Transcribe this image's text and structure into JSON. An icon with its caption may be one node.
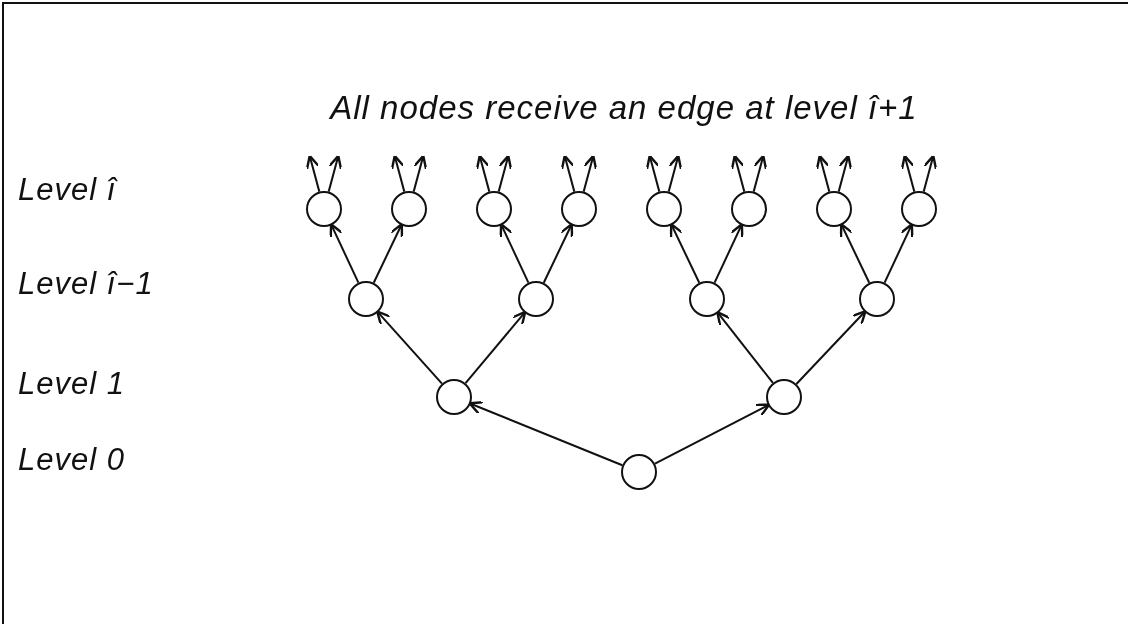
{
  "diagram": {
    "title": "All nodes receive an edge at level î+1",
    "nodes": [
      {
        "text": [],
        "shape": "circle"
      },
      {
        "text": [],
        "shape": "circle"
      },
      {
        "text": [],
        "shape": "circle"
      },
      {
        "text": [],
        "shape": "circle"
      },
      {
        "text": [],
        "shape": "circle"
      },
      {
        "text": [],
        "shape": "circle"
      },
      {
        "text": [],
        "shape": "circle"
      },
      {
        "text": [],
        "shape": "circle"
      },
      {
        "text": [],
        "shape": "circle"
      },
      {
        "text": [],
        "shape": "circle"
      },
      {
        "text": [],
        "shape": "circle"
      },
      {
        "text": [],
        "shape": "circle"
      },
      {
        "text": [],
        "shape": "circle"
      },
      {
        "text": [],
        "shape": "circle"
      },
      {
        "text": [],
        "shape": "circle"
      }
    ],
    "edges": [
      {
        "from": 14,
        "to": 12,
        "arrow": "to"
      },
      {
        "from": 14,
        "to": 13,
        "arrow": "to"
      },
      {
        "from": 12,
        "to": 8,
        "arrow": "to"
      },
      {
        "from": 12,
        "to": 9,
        "arrow": "to"
      },
      {
        "from": 13,
        "to": 10,
        "arrow": "to"
      },
      {
        "from": 13,
        "to": 11,
        "arrow": "to"
      },
      {
        "from": 8,
        "to": 0,
        "arrow": "to"
      },
      {
        "from": 8,
        "to": 1,
        "arrow": "to"
      },
      {
        "from": 9,
        "to": 2,
        "arrow": "to"
      },
      {
        "from": 9,
        "to": 3,
        "arrow": "to"
      },
      {
        "from": 10,
        "to": 4,
        "arrow": "to"
      },
      {
        "from": 10,
        "to": 5,
        "arrow": "to"
      },
      {
        "from": 11,
        "to": 6,
        "arrow": "to"
      },
      {
        "from": 11,
        "to": 7,
        "arrow": "to"
      },
      {
        "from": 0,
        "to": null,
        "arrow": "to"
      },
      {
        "from": 0,
        "to": null,
        "arrow": "to"
      },
      {
        "from": 1,
        "to": null,
        "arrow": "to"
      },
      {
        "from": 1,
        "to": null,
        "arrow": "to"
      },
      {
        "from": 2,
        "to": null,
        "arrow": "to"
      },
      {
        "from": 2,
        "to": null,
        "arrow": "to"
      },
      {
        "from": 3,
        "to": null,
        "arrow": "to"
      },
      {
        "from": 3,
        "to": null,
        "arrow": "to"
      },
      {
        "from": 4,
        "to": null,
        "arrow": "to"
      },
      {
        "from": 4,
        "to": null,
        "arrow": "to"
      },
      {
        "from": 5,
        "to": null,
        "arrow": "to"
      },
      {
        "from": 5,
        "to": null,
        "arrow": "to"
      },
      {
        "from": 6,
        "to": null,
        "arrow": "to"
      },
      {
        "from": 6,
        "to": null,
        "arrow": "to"
      },
      {
        "from": 7,
        "to": null,
        "arrow": "to"
      },
      {
        "from": 7,
        "to": null,
        "arrow": "to"
      }
    ],
    "labels": [
      "Level î",
      "Level î−1",
      "Level 1",
      "Level 0"
    ]
  }
}
